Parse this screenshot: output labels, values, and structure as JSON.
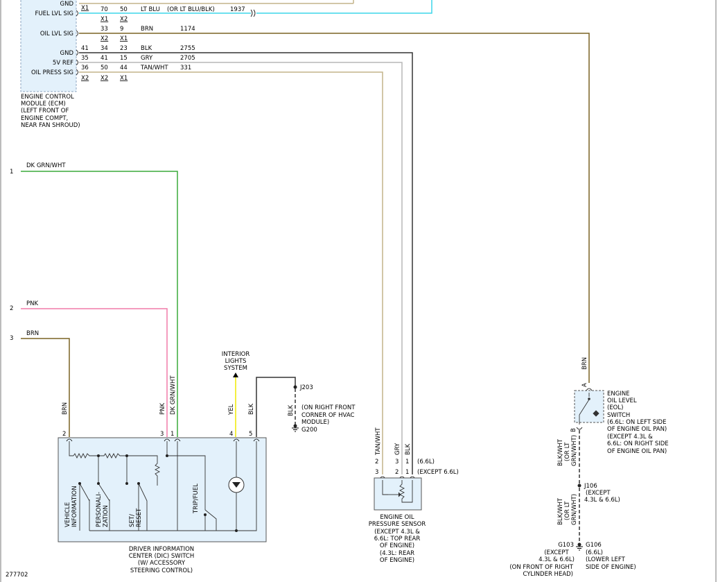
{
  "colors": {
    "brn": "#7a6222",
    "tan": "#c4b48a",
    "gry": "#b7b7b7",
    "blk": "#333333",
    "grn": "#3aaa3a",
    "pnk": "#f07aa8",
    "yel": "#f2ee2a",
    "lblu": "#3bd6ea",
    "box_fill": "#e3f1fb",
    "box_dash": "#8fa6c2"
  },
  "ecm": {
    "pins": {
      "gnd_top": "GND",
      "fuel": "FUEL LVL SIG",
      "oil_lvl": "OIL LVL SIG",
      "gnd": "GND",
      "vref": "5V REF",
      "press": "OIL PRESS SIG"
    },
    "rows": {
      "fuel": [
        "70",
        "50",
        "LT BLU",
        "(OR LT BLU/BLK)",
        "1937"
      ],
      "fuel_conn": [
        "X1",
        "X1",
        "X2"
      ],
      "oil": [
        "33",
        "9",
        "BRN",
        "1174"
      ],
      "oil_conn": [
        "X2",
        "X1"
      ],
      "gnd": [
        "41",
        "34",
        "23",
        "BLK",
        "2755"
      ],
      "vref": [
        "35",
        "41",
        "15",
        "GRY",
        "2705"
      ],
      "press": [
        "36",
        "50",
        "44",
        "TAN/WHT",
        "331"
      ],
      "press_conn": [
        "X2",
        "X2",
        "X1"
      ]
    },
    "caption": [
      "ENGINE CONTROL",
      "MODULE (ECM)",
      "(LEFT FRONT OF",
      "ENGINE COMPT,",
      "NEAR FAN SHROUD)"
    ]
  },
  "inputs": {
    "n1": "1",
    "w1": "DK GRN/WHT",
    "n2": "2",
    "w2": "PNK",
    "n3": "3",
    "w3": "BRN"
  },
  "dic": {
    "wires": {
      "brn": "BRN",
      "pnk": "PNK",
      "grn": "DK GRN/WHT",
      "yel": "YEL",
      "blk": "BLK"
    },
    "pins": [
      "2",
      "3",
      "1",
      "4",
      "5"
    ],
    "labels": {
      "vi1": "VEHICLE",
      "vi2": "INFORMATION",
      "pe1": "PERSONALI-",
      "pe2": "ZATION",
      "se1": "SET/",
      "se2": "RESET",
      "trip": "TRIP/FUEL"
    },
    "caption": [
      "DRIVER INFORMATION",
      "CENTER (DIC) SWITCH",
      "(W/ ACCESSORY",
      "STEERING CONTROL)"
    ]
  },
  "interior": [
    "INTERIOR",
    "LIGHTS",
    "SYSTEM"
  ],
  "ground_j203": {
    "wire": "BLK",
    "j": "J203",
    "note": [
      "(ON RIGHT FRONT",
      "CORNER OF HVAC",
      "MODULE)"
    ],
    "g": "G200"
  },
  "sensor": {
    "wires": [
      "TAN/WHT",
      "GRY",
      "BLK"
    ],
    "pins_a": [
      "2",
      "3",
      "1"
    ],
    "pins_b": [
      "3",
      "2",
      "1"
    ],
    "note_a": "(6.6L)",
    "note_b": "(EXCEPT 6.6L)",
    "caption": [
      "ENGINE OIL",
      "PRESSURE SENSOR",
      "(EXCEPT 4.3L &",
      "6.6L: TOP REAR",
      "OF ENGINE)",
      "(4.3L: REAR",
      "OF ENGINE)"
    ]
  },
  "eol": {
    "wire_a": "BRN",
    "pin_a": "A",
    "pin_b": "B",
    "caption": [
      "ENGINE",
      "OIL LEVEL",
      "(EOL)",
      "SWITCH",
      "(6.6L: ON LEFT SIDE",
      "OF ENGINE OIL PAN)",
      "(EXCEPT 4.3L &",
      "6.6L: ON RIGHT SIDE",
      "OF ENGINE OIL PAN)"
    ],
    "wire_b": [
      "BLK/WHT",
      "(OR LT",
      "GRN/WHT)"
    ],
    "j": "J106",
    "j_note": [
      "(EXCEPT",
      "4.3L & 6.6L)"
    ],
    "wire_c": [
      "BLK/WHT",
      "(OR LT",
      "GRN/WHT)"
    ],
    "g1": [
      "G103",
      "(EXCEPT",
      "4.3L & 6.6L)",
      "(ON FRONT OF RIGHT",
      "CYLINDER HEAD)"
    ],
    "g2": [
      "G106",
      "(6.6L)",
      "(LOWER LEFT",
      "SIDE OF ENGINE)"
    ]
  },
  "figure_id": "277702"
}
